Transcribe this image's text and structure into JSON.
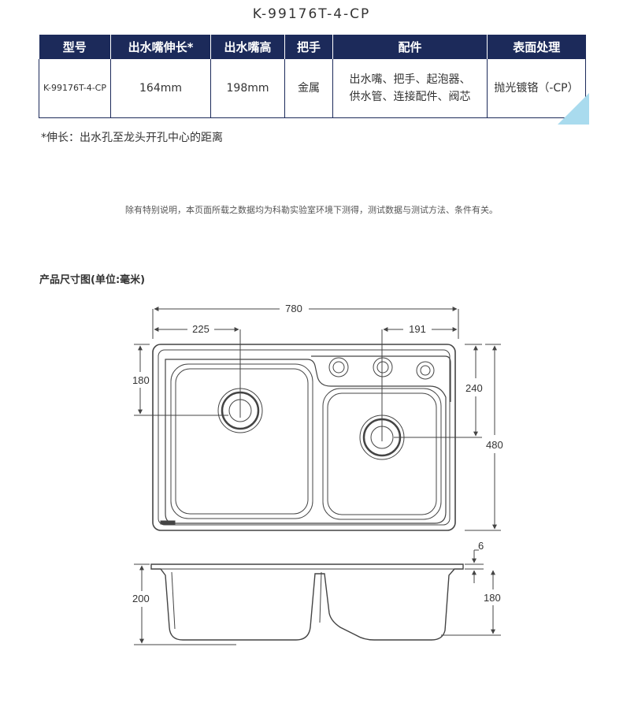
{
  "title": "K-99176T-4-CP",
  "table": {
    "headers": [
      "型号",
      "出水嘴伸长*",
      "出水嘴高",
      "把手",
      "配件",
      "表面处理"
    ],
    "row": {
      "model": "K-99176T-4-CP",
      "reach": "164mm",
      "height": "198mm",
      "handle": "金属",
      "accessories_line1": "出水嘴、把手、起泡器、",
      "accessories_line2": "供水管、连接配件、阀芯",
      "finish": "抛光镀铬（-CP）"
    }
  },
  "note": "*伸长：出水孔至龙头开孔中心的距离",
  "disclaimer": "除有特别说明，本页面所载之数据均为科勒实验室环境下测得，测试数据与测试方法、条件有关。",
  "dimensions_title": "产品尺寸图(单位:毫米)",
  "dimensions": {
    "overall_width": "780",
    "left_drain_offset": "225",
    "right_drain_offset": "191",
    "left_drain_depth": "180",
    "right_drain_depth": "240",
    "overall_depth": "480",
    "flange_thickness": "6",
    "left_bowl_height": "200",
    "right_bowl_height": "180"
  }
}
